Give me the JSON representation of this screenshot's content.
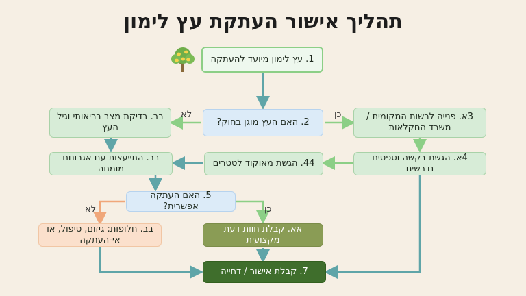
{
  "title": "תהליך אישור העתקת עץ לימון",
  "icon": "lemon-tree-icon",
  "nodes": {
    "n1": "1. עץ לימון מיועד להעתקה",
    "n2": "2. האם העץ מוגן בחוק?",
    "n3a": "3א. פנייה לרשות המקומית / משרד החקלאות",
    "n3b": "בב. בדיקת מצב בריאותי וגיל העץ",
    "n4a": "4א. הגשת בקשה וטפסים נדרשים",
    "n44": "44. הגשת מאוקוד לטטרים",
    "nbb": "בב. התייעצות עם אגרונום מומחה",
    "n5": "5. האם העתקה אפשרית?",
    "nalt": "בב. חלופות: גיזום, טיפול, או אי-העתקה",
    "naa": "אא. קבלת חוות דעת מקצועית",
    "n7": "7. קבלת אישור / דחייה"
  },
  "labels": {
    "yes1": "כן",
    "no1": "לא",
    "yes2": "כן",
    "no2": "לא"
  },
  "colors": {
    "arrow": "#5fa5a8",
    "arrow_green": "#8ccf86",
    "arrow_orange": "#f0a77a",
    "final": "#3f6e2c",
    "olive": "#8a9c55"
  }
}
